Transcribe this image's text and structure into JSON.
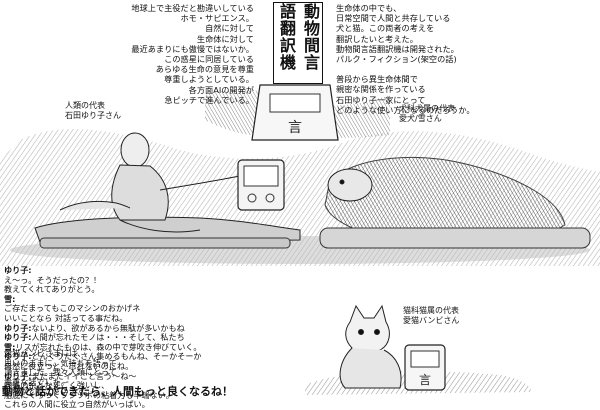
{
  "title": "動物間言語翻訳機",
  "intro_left": [
    "地球上で主役だと勘違いしている",
    "ホモ・サピエンス。",
    "自然に対して",
    "生命体に対して",
    "最近あまりにも傲慢ではないか。",
    "この惑星に同居している",
    "あらゆる生命の意見を尊重",
    "尊重しようとしている。",
    "各方面AIの開発が",
    "急ピッチで進んでいる。"
  ],
  "intro_right": [
    "生命体の中でも、",
    "日常空間で人間と共存している",
    "犬と猫。この両者の考えを",
    "翻訳したいと考えた。",
    "動物間言語翻訳機は開発された。",
    "パルク・フィクション(架空の話)",
    "",
    "普段から異生命体間で",
    "親密な関係を作っている",
    "石田ゆり子一家にとって",
    "どのような使い方になるのだろうか。"
  ],
  "captions": {
    "human": [
      "人類の代表",
      "石田ゆり子さん"
    ],
    "dog": [
      "犬科犬属の代表",
      "愛犬/雪さん"
    ],
    "cat": [
      "猫科猫属の代表",
      "愛猫バンビさん"
    ]
  },
  "dialogue": [
    {
      "speaker": "ゆり子:",
      "text": ""
    },
    {
      "speaker": "",
      "text": "え〜っ。そうだったの？！"
    },
    {
      "speaker": "",
      "text": "教えてくれてありがとう。"
    },
    {
      "speaker": "雪:",
      "text": ""
    },
    {
      "speaker": "",
      "text": "ご存だまってもこのマシンのおかげネ"
    },
    {
      "speaker": "",
      "text": "いいことなら 対話ってる事だね。"
    },
    {
      "speaker": "ゆり子:",
      "text": "ないより、欲があるから無駄が多いかもね"
    },
    {
      "speaker": "ゆり子:",
      "text": "人間が忘れたモノは・・・そして、私たち"
    },
    {
      "speaker": "雪:",
      "text": "リスが忘れたものは、森の中で芽吹き伸びていく。"
    },
    {
      "speaker": "ゆり子:",
      "text": "どんぐりたくさん集めるもんね、そーかそーか"
    },
    {
      "speaker": "",
      "text": "自然に役立つと、忘れないのにね。"
    },
    {
      "speaker": "ゆり子:",
      "text": "またまたイイこと言う〜ね〜"
    },
    {
      "speaker": "",
      "text": "蜘蛛の糸とかすごく強いし、"
    },
    {
      "speaker": "",
      "text": "船底にくっつくフジツボの粘着力も半端ない。"
    },
    {
      "speaker": "",
      "text": "これらの人間に役立つ自然がいっぱい。"
    }
  ],
  "thanks": [
    "愛猫バンビさまには、",
    "思いのままに、気持ちを語って",
    "頂きました。我々人類にとって",
    "貴重な話でした。",
    "ありがとうございます。"
  ],
  "closing": "動物と話ができたら、人間もっと良くなるね！",
  "device_label": "言"
}
